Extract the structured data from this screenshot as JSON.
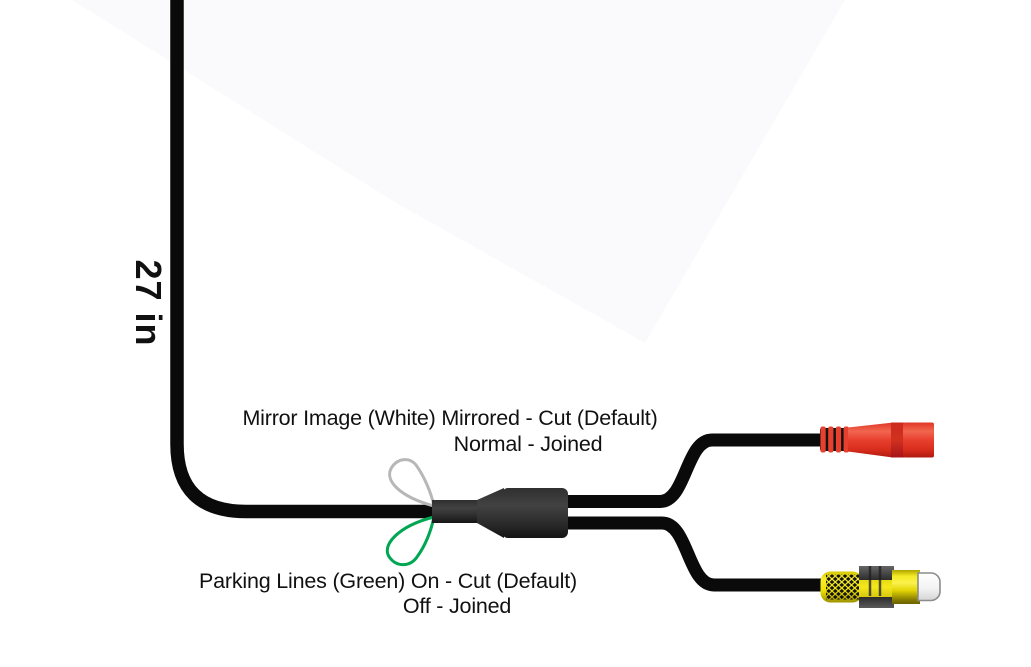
{
  "cable": {
    "length_label": "27 in"
  },
  "labels": {
    "mirror_image": {
      "line1": "Mirror Image (White) Mirrored - Cut (Default)",
      "line2": "Normal - Joined"
    },
    "parking_lines": {
      "line1": "Parking Lines (Green) On - Cut (Default)",
      "line2": "Off - Joined"
    }
  },
  "icons": {
    "white_wire_loop": "white-wire-loop-icon",
    "green_wire_loop": "green-wire-loop-icon",
    "cable_splitter": "cable-splitter-icon",
    "red_connector": "red-power-connector-icon",
    "yellow_connector": "yellow-rca-connector-icon"
  },
  "colors": {
    "cable": "#0a0a0a",
    "wire_white": "#b7b7b7",
    "wire_green": "#00a651",
    "red_main": "#e8402e",
    "red_dark": "#c0181c",
    "yellow_main": "#f0e204",
    "tip_border": "#8c8c8c",
    "background_shade": "#fafafc",
    "text": "#111111"
  }
}
